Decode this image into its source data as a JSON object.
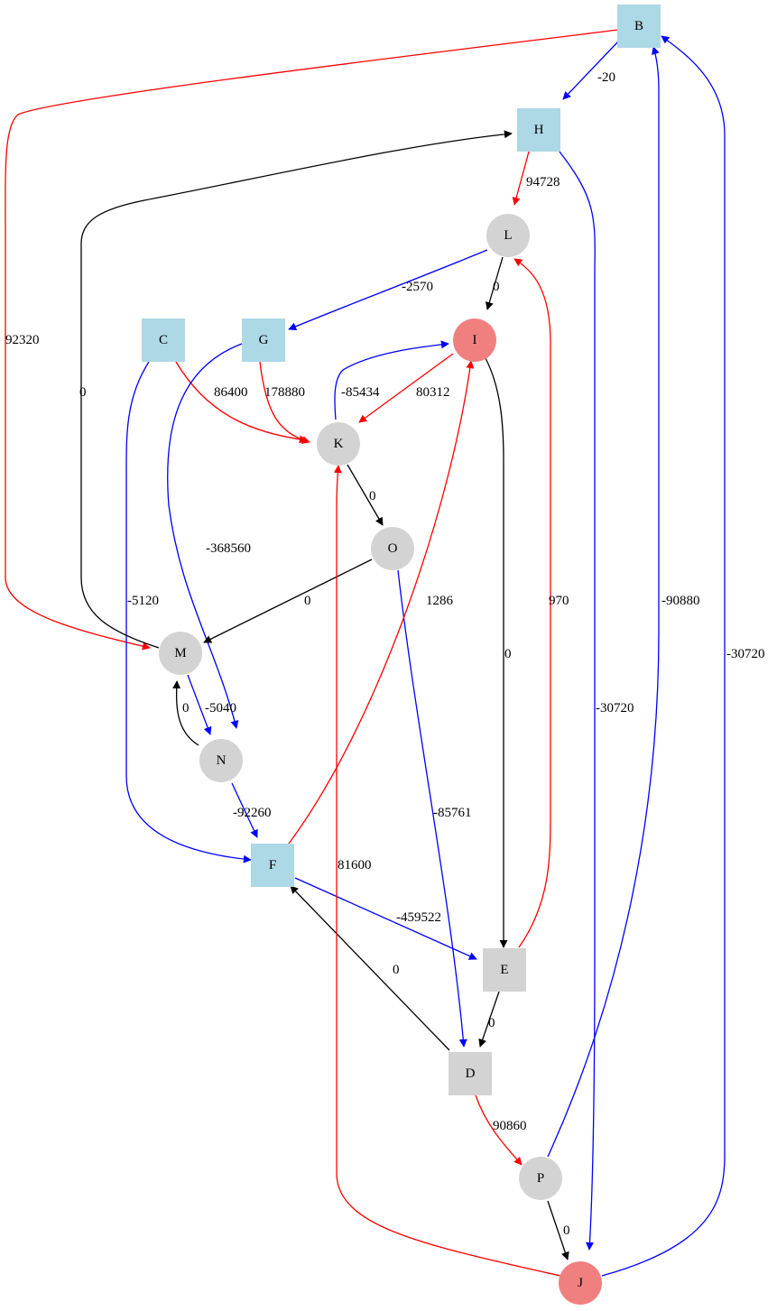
{
  "palette": {
    "square_blue": "#add8e6",
    "gray": "#d3d3d3",
    "circle_red": "#f08080",
    "edge_red": "#ff0000",
    "edge_blue": "#0000ff",
    "edge_black": "#000000"
  },
  "nodes": [
    {
      "id": "B",
      "label": "B",
      "shape": "box",
      "fill": "square_blue"
    },
    {
      "id": "H",
      "label": "H",
      "shape": "box",
      "fill": "square_blue"
    },
    {
      "id": "L",
      "label": "L",
      "shape": "circle",
      "fill": "gray"
    },
    {
      "id": "C",
      "label": "C",
      "shape": "box",
      "fill": "square_blue"
    },
    {
      "id": "G",
      "label": "G",
      "shape": "box",
      "fill": "square_blue"
    },
    {
      "id": "I",
      "label": "I",
      "shape": "circle",
      "fill": "circle_red"
    },
    {
      "id": "K",
      "label": "K",
      "shape": "circle",
      "fill": "gray"
    },
    {
      "id": "O",
      "label": "O",
      "shape": "circle",
      "fill": "gray"
    },
    {
      "id": "M",
      "label": "M",
      "shape": "circle",
      "fill": "gray"
    },
    {
      "id": "N",
      "label": "N",
      "shape": "circle",
      "fill": "gray"
    },
    {
      "id": "F",
      "label": "F",
      "shape": "box",
      "fill": "square_blue"
    },
    {
      "id": "E",
      "label": "E",
      "shape": "box",
      "fill": "gray"
    },
    {
      "id": "D",
      "label": "D",
      "shape": "box",
      "fill": "gray"
    },
    {
      "id": "P",
      "label": "P",
      "shape": "circle",
      "fill": "gray"
    },
    {
      "id": "J",
      "label": "J",
      "shape": "circle",
      "fill": "circle_red"
    }
  ],
  "edges": [
    {
      "id": "B-H",
      "from": "B",
      "to": "H",
      "label": "-20",
      "color": "edge_blue"
    },
    {
      "id": "B-M",
      "from": "B",
      "to": "M",
      "label": "92320",
      "color": "edge_red"
    },
    {
      "id": "H-L",
      "from": "H",
      "to": "L",
      "label": "94728",
      "color": "edge_red"
    },
    {
      "id": "H-J",
      "from": "H",
      "to": "J",
      "label": "-30720",
      "color": "edge_blue"
    },
    {
      "id": "L-I",
      "from": "L",
      "to": "I",
      "label": "0",
      "color": "edge_black"
    },
    {
      "id": "L-G",
      "from": "L",
      "to": "G",
      "label": "-2570",
      "color": "edge_blue"
    },
    {
      "id": "C-K",
      "from": "C",
      "to": "K",
      "label": "86400",
      "color": "edge_red"
    },
    {
      "id": "C-F",
      "from": "C",
      "to": "F",
      "label": "-5120",
      "color": "edge_blue"
    },
    {
      "id": "G-K",
      "from": "G",
      "to": "K",
      "label": "178880",
      "color": "edge_red"
    },
    {
      "id": "G-N",
      "from": "G",
      "to": "N",
      "label": "-368560",
      "color": "edge_blue"
    },
    {
      "id": "I-K",
      "from": "I",
      "to": "K",
      "label": "80312",
      "color": "edge_red"
    },
    {
      "id": "I-E",
      "from": "I",
      "to": "E",
      "label": "0",
      "color": "edge_black"
    },
    {
      "id": "K-I",
      "from": "K",
      "to": "I",
      "label": "-85434",
      "color": "edge_blue"
    },
    {
      "id": "K-O",
      "from": "K",
      "to": "O",
      "label": "0",
      "color": "edge_black"
    },
    {
      "id": "O-M",
      "from": "O",
      "to": "M",
      "label": "0",
      "color": "edge_black"
    },
    {
      "id": "O-D",
      "from": "O",
      "to": "D",
      "label": "-85761",
      "color": "edge_blue"
    },
    {
      "id": "M-H",
      "from": "M",
      "to": "H",
      "label": "0",
      "color": "edge_black"
    },
    {
      "id": "M-N",
      "from": "M",
      "to": "N",
      "label": "-5040",
      "color": "edge_blue"
    },
    {
      "id": "N-M",
      "from": "N",
      "to": "M",
      "label": "0",
      "color": "edge_black"
    },
    {
      "id": "N-F",
      "from": "N",
      "to": "F",
      "label": "-92260",
      "color": "edge_blue"
    },
    {
      "id": "F-I",
      "from": "F",
      "to": "I",
      "label": "1286",
      "color": "edge_red"
    },
    {
      "id": "F-E",
      "from": "F",
      "to": "E",
      "label": "-459522",
      "color": "edge_blue"
    },
    {
      "id": "E-L",
      "from": "E",
      "to": "L",
      "label": "970",
      "color": "edge_red"
    },
    {
      "id": "E-D",
      "from": "E",
      "to": "D",
      "label": "0",
      "color": "edge_black"
    },
    {
      "id": "D-F",
      "from": "D",
      "to": "F",
      "label": "0",
      "color": "edge_black"
    },
    {
      "id": "D-P",
      "from": "D",
      "to": "P",
      "label": "90860",
      "color": "edge_red"
    },
    {
      "id": "P-B",
      "from": "P",
      "to": "B",
      "label": "-90880",
      "color": "edge_blue"
    },
    {
      "id": "P-J",
      "from": "P",
      "to": "J",
      "label": "0",
      "color": "edge_black"
    },
    {
      "id": "J-B",
      "from": "J",
      "to": "B",
      "label": "-30720",
      "color": "edge_blue"
    },
    {
      "id": "J-K",
      "from": "J",
      "to": "K",
      "label": "81600",
      "color": "edge_red"
    }
  ]
}
